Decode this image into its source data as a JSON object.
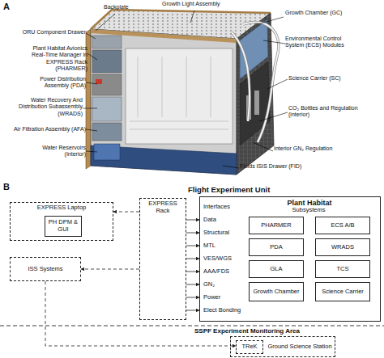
{
  "diagram": {
    "nodes": [
      {
        "text": [
          "EXPRESS Laptop"
        ]
      },
      {
        "text": [
          "PH DPM & GUI"
        ],
        "in": 0
      },
      {
        "text": [
          "EXPRESS Rack"
        ]
      },
      {
        "text": [
          "Plant Habitat"
        ]
      },
      {
        "text": [
          "PHARMER"
        ],
        "in": 3
      },
      {
        "text": [
          "ECS A/B"
        ],
        "in": 3
      },
      {
        "text": [
          "PDA"
        ],
        "in": 3
      },
      {
        "text": [
          "WRADS"
        ],
        "in": 3
      },
      {
        "text": [
          "GLA"
        ],
        "in": 3
      },
      {
        "text": [
          "TCS"
        ],
        "in": 3
      },
      {
        "text": [
          "Growth Chamber"
        ],
        "in": 3
      },
      {
        "text": [
          "Science Carrier"
        ],
        "in": 3
      },
      {
        "text": [
          "ISS Systems"
        ]
      },
      {
        "text": [
          "Ground Science Station"
        ]
      },
      {
        "text": [
          "TReK"
        ],
        "in": 13
      }
    ],
    "edges": [
      {
        "from": 2,
        "to": 0,
        "arrow": "to"
      },
      {
        "from": 2,
        "to": 12,
        "arrow": "to"
      },
      {
        "from": 2,
        "to": 3,
        "arrow": "to"
      },
      {
        "from": 2,
        "to": 3,
        "arrow": "to"
      },
      {
        "from": 2,
        "to": 3,
        "arrow": "to"
      },
      {
        "from": 2,
        "to": 3,
        "arrow": "to"
      },
      {
        "from": 2,
        "to": 3,
        "arrow": "to"
      },
      {
        "from": 2,
        "to": 3,
        "arrow": "to"
      },
      {
        "from": 2,
        "to": 3,
        "arrow": "to"
      },
      {
        "from": 2,
        "to": 3,
        "arrow": "to"
      },
      {
        "from": 12,
        "to": 14,
        "arrow": "to"
      }
    ],
    "labels": [
      "A",
      "Backplate",
      "Growth Light Assembly",
      "ORU Component Drawer",
      "Plant Habitat Avionics Real-Time Manager in EXPRESS Rack (PHARMER)",
      "Power Distribution Assembly (PDA)",
      "Water Recovery And Distribution Subassembly (WRADS)",
      "Air Filtration Assembly (AFA)",
      "Water Reservoirs (Interior)",
      "Growth Chamber (GC)",
      "Environmental Control System (ECS) Modules",
      "Science Carrier (SC)",
      "CO₂ Bottles and Regulation (interior)",
      "Interior GN₂ Regulation",
      "Fluids ISIS Drawer (FID)",
      "B",
      "Flight Experiment Unit",
      "Interfaces",
      "Data",
      "Structural",
      "MTL",
      "VES/WGS",
      "AAA/FDS",
      "GN₂",
      "Power",
      "Elect Bonding",
      "Subsystems",
      "SSPF Experiment Monitoring Area"
    ]
  }
}
